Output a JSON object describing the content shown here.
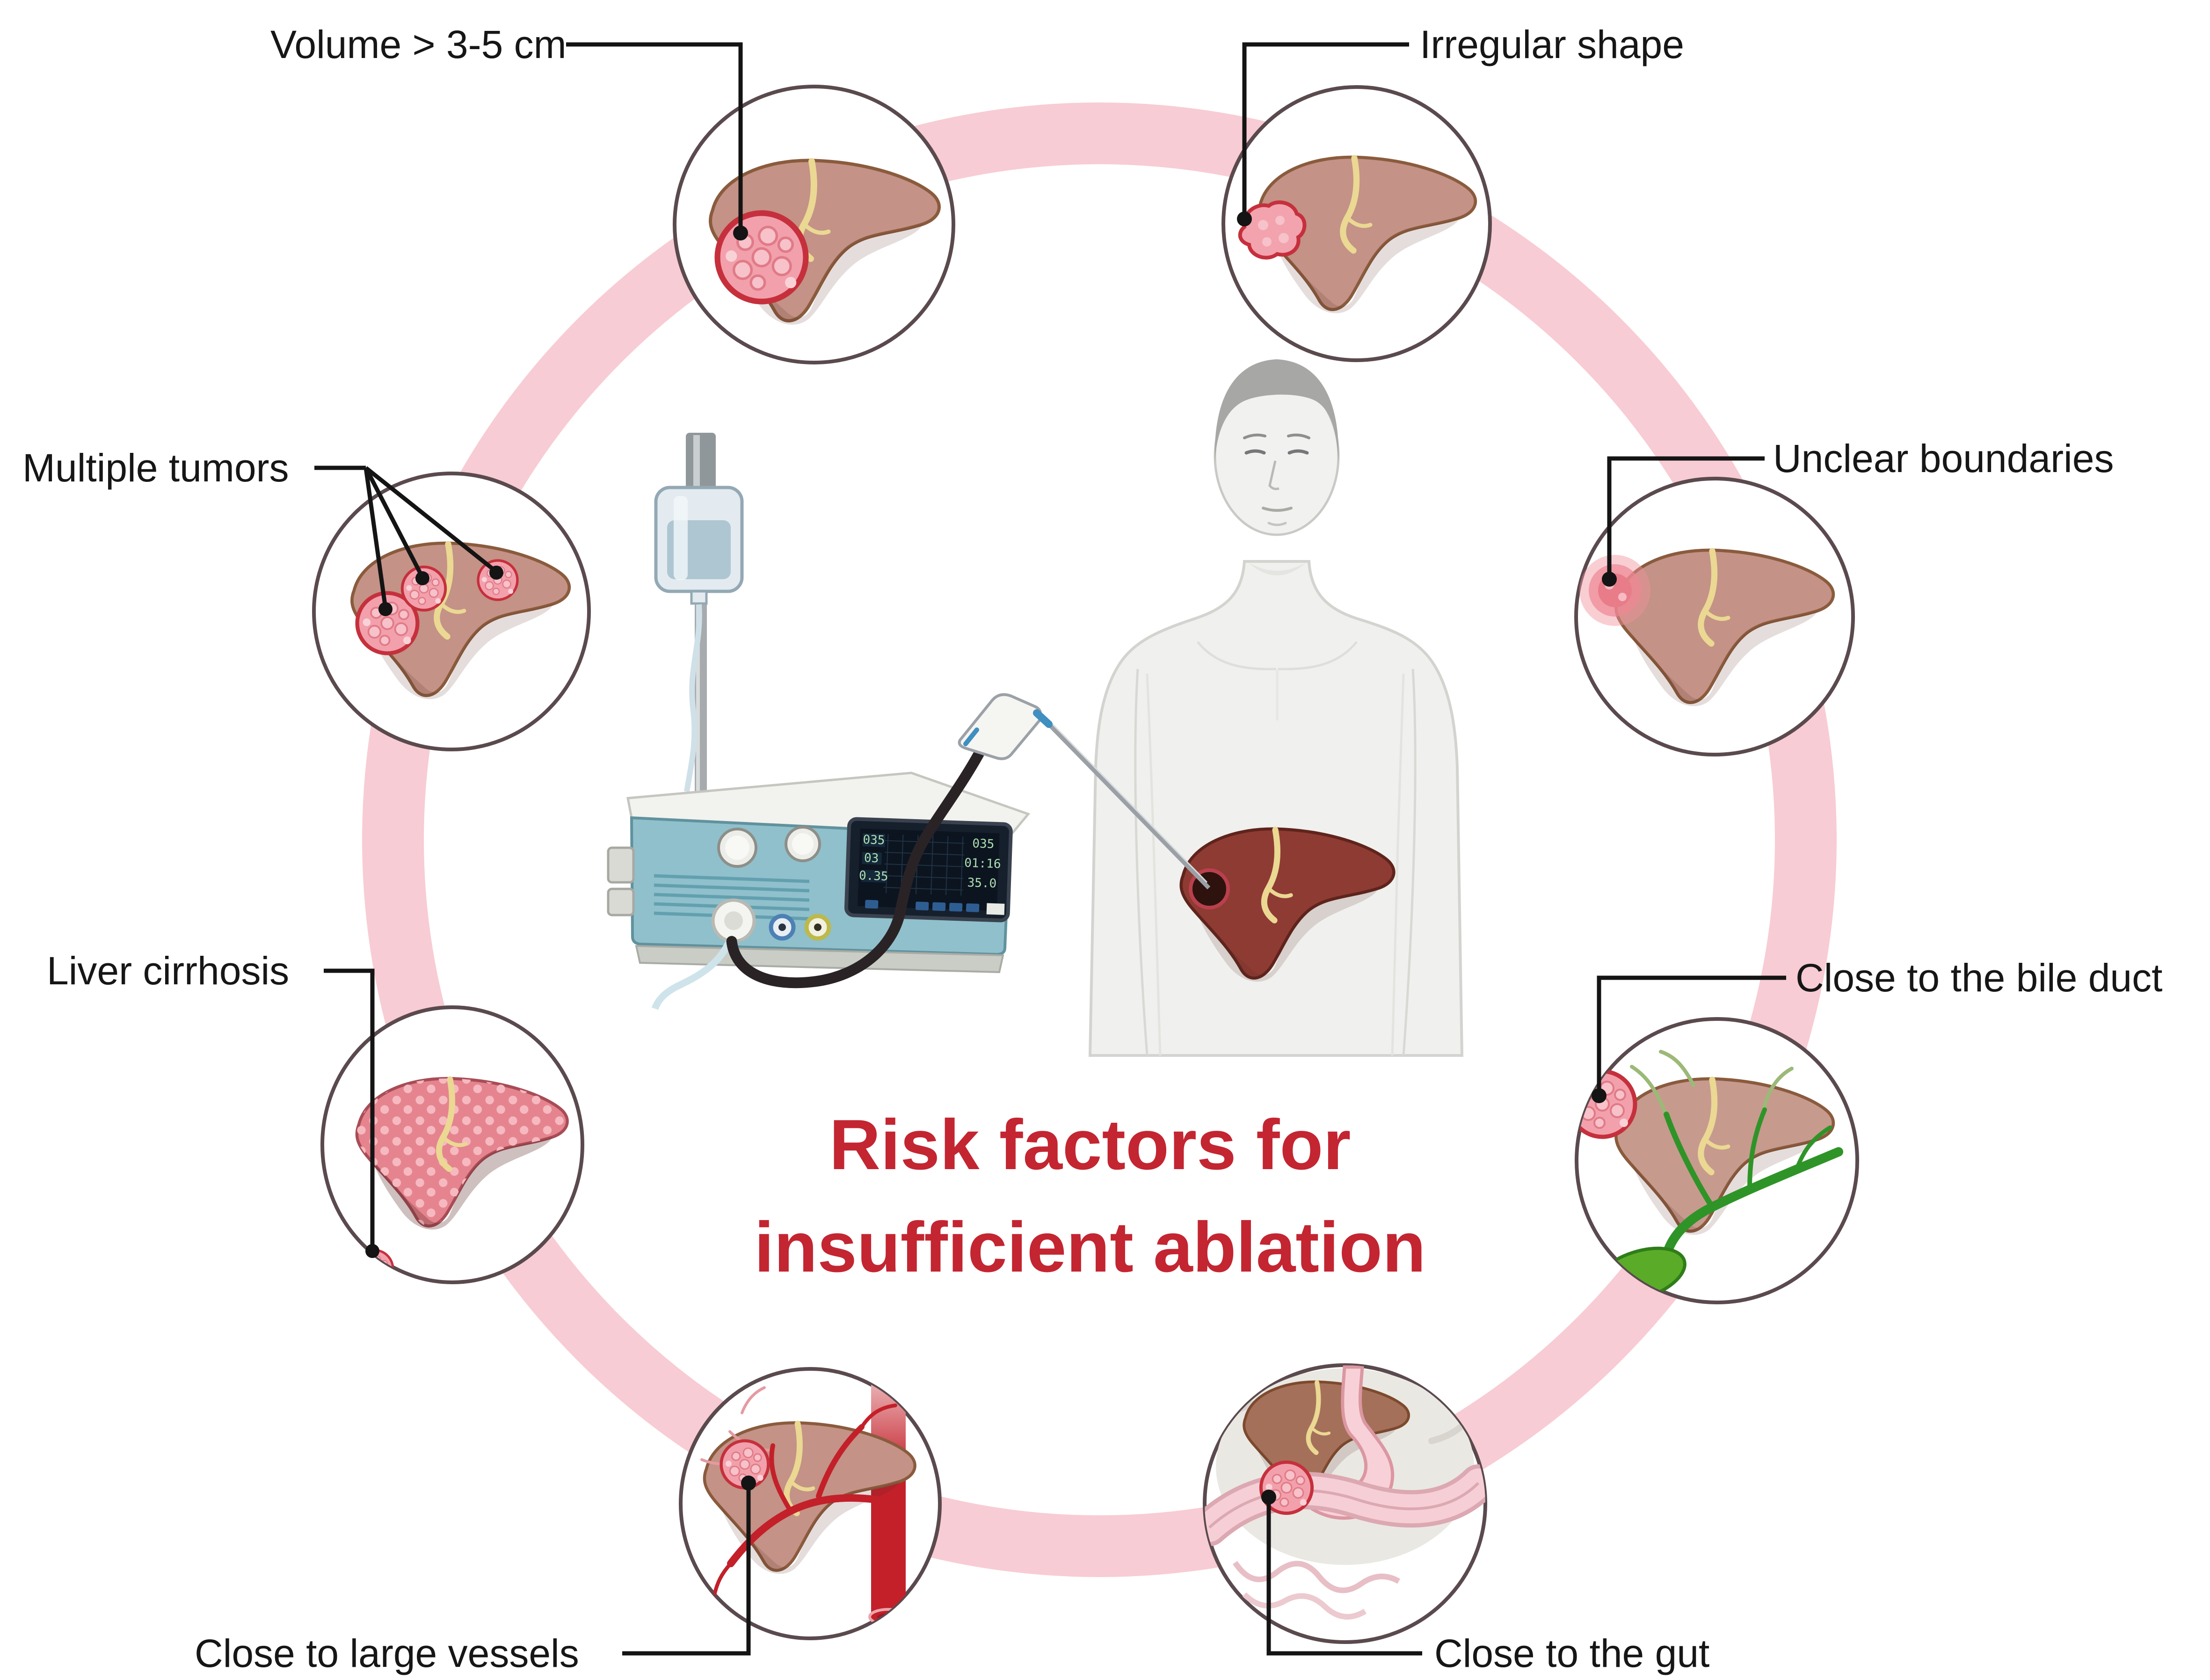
{
  "title": {
    "line1": "Risk factors for",
    "line2": "insufficient ablation"
  },
  "labels": {
    "volume": "Volume > 3-5 cm",
    "irregular": "Irregular shape",
    "multiple": "Multiple tumors",
    "unclear": "Unclear boundaries",
    "cirrhosis": "Liver cirrhosis",
    "bile_duct": "Close to the bile duct",
    "vessels": "Close to large vessels",
    "gut": "Close to the gut"
  },
  "machine": {
    "display_left": [
      "035",
      "03",
      "0.35"
    ],
    "display_right": [
      "035",
      "01:16",
      "35.0"
    ]
  },
  "colors": {
    "ring": "#f8ccd4",
    "title_red": "#c32531",
    "liver": "#c49286",
    "tumor": "#f2a0ac",
    "tumor_outline": "#c5303c",
    "bile_green": "#2f9427",
    "vessel_red": "#c3202a",
    "machine_teal": "#8fc0cc"
  }
}
